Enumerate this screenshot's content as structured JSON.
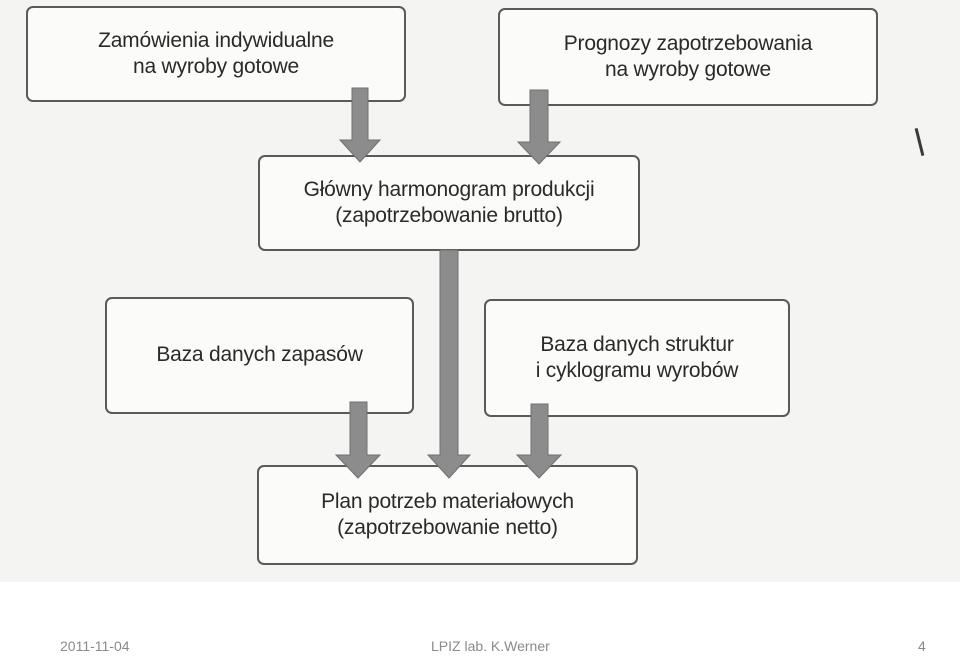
{
  "diagram": {
    "orders": {
      "line1": "Zamówienia indywidualne",
      "line2": "na wyroby gotowe"
    },
    "forecast": {
      "line1": "Prognozy zapotrzebowania",
      "line2": "na wyroby gotowe"
    },
    "master": {
      "line1": "Główny harmonogram produkcji",
      "line2": "(zapotrzebowanie brutto)"
    },
    "stock": {
      "line1": "Baza danych zapasów"
    },
    "bom": {
      "line1": "Baza danych struktur",
      "line2": "i cyklogramu wyrobów"
    },
    "mrp": {
      "line1": "Plan potrzeb materiałowych",
      "line2": "(zapotrzebowanie netto)"
    },
    "colors": {
      "box_border": "#5a5a5a",
      "arrow": "#8c8c8c",
      "text": "#2a2a2a"
    }
  },
  "footer": {
    "date": "2011-11-04",
    "title": "LPIZ lab. K.Werner",
    "page": "4"
  }
}
